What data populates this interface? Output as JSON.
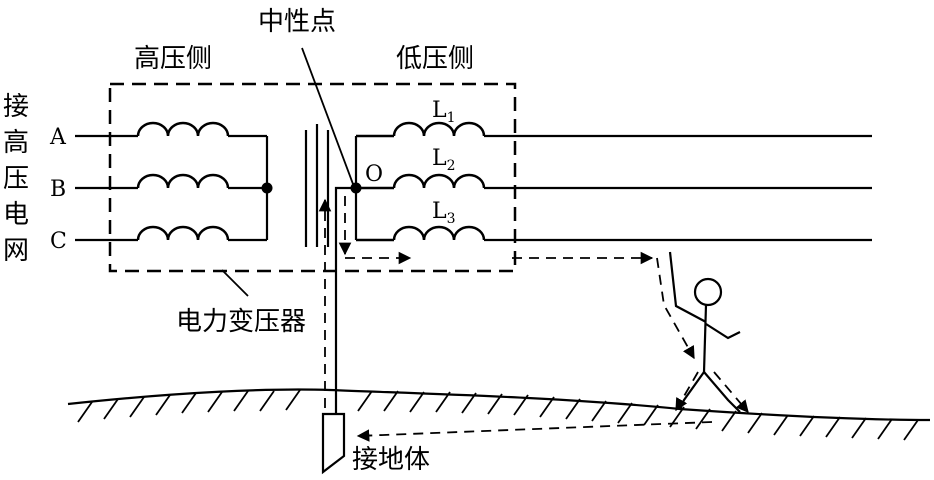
{
  "labels": {
    "neutral_point": "中性点",
    "high_voltage_side": "高压侧",
    "low_voltage_side": "低压侧",
    "grid_connection": [
      "接",
      "高",
      "压",
      "电",
      "网"
    ],
    "transformer": "电力变压器",
    "ground_body": "接地体",
    "point_o": "O"
  },
  "phases": [
    "A",
    "B",
    "C"
  ],
  "low_voltage_lines": [
    {
      "base": "L",
      "sub": "1"
    },
    {
      "base": "L",
      "sub": "2"
    },
    {
      "base": "L",
      "sub": "3"
    }
  ]
}
